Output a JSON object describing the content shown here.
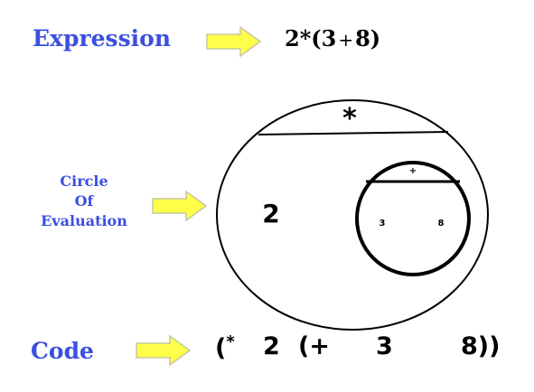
{
  "labels": {
    "expression": "Expression",
    "circle_line1": "Circle",
    "circle_line2": "Of",
    "circle_line3": "Evaluation",
    "code": "Code"
  },
  "expression": {
    "left": "2*(3",
    "plus": "+",
    "right": "8)"
  },
  "outer_circle": {
    "operator": "*",
    "argument": "2"
  },
  "inner_circle": {
    "operator": "+",
    "arg1": "3",
    "arg2": "8"
  },
  "code": {
    "open_mult": "(",
    "mult": "*",
    "two": "2",
    "open_plus": "(+",
    "three": "3",
    "eight_close": "8))"
  },
  "colors": {
    "label": "#3b4fe0",
    "arrow_fill": "#ffff4a",
    "arrow_stroke": "#c7c7a0"
  }
}
